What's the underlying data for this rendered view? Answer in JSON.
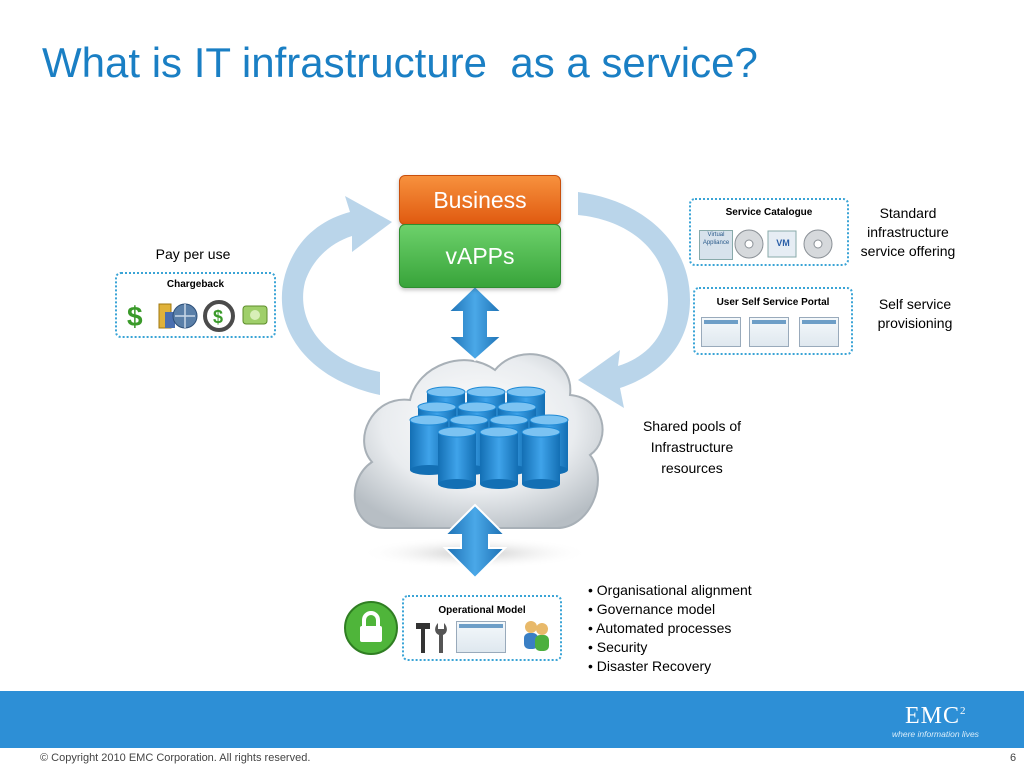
{
  "title": "What is IT infrastructure  as a service?",
  "center": {
    "business_label": "Business",
    "vapps_label": "vAPPs"
  },
  "left": {
    "pay_label": "Pay per use",
    "chargeback_title": "Chargeback"
  },
  "right": {
    "service_catalogue_title": "Service Catalogue",
    "standard_label": [
      "Standard",
      "infrastructure",
      "service offering"
    ],
    "portal_title": "User Self Service Portal",
    "self_service_label": [
      "Self service",
      "provisioning"
    ],
    "catalog_vm_text": "VM",
    "catalog_appliance_text": [
      "Virtual",
      "Appliance"
    ]
  },
  "shared_pools_label": [
    "Shared pools of",
    "Infrastructure",
    "resources"
  ],
  "operational_title": "Operational Model",
  "bullets": [
    "• Organisational alignment",
    "• Governance model",
    "• Automated processes",
    "• Security",
    "• Disaster Recovery"
  ],
  "footer": {
    "brand": "EMC",
    "brand_sup": "2",
    "tagline": "where information lives",
    "copyright": "© Copyright 2010 EMC Corporation. All rights reserved.",
    "page": "6"
  },
  "colors": {
    "title": "#1a7fc4",
    "band": "#2d8fd6",
    "business": "#f07c2a",
    "vapps": "#4cb84a",
    "cylinder": "#1e8ad6",
    "arrow": "#a9cbe6"
  },
  "icons": [
    "dollar-icon",
    "coin-stack-icon",
    "globe-icon",
    "refresh-dollar-icon",
    "money-icon",
    "disc-icon",
    "vm-icon",
    "lock-icon",
    "tools-icon",
    "dashboard-icon",
    "users-icon"
  ]
}
